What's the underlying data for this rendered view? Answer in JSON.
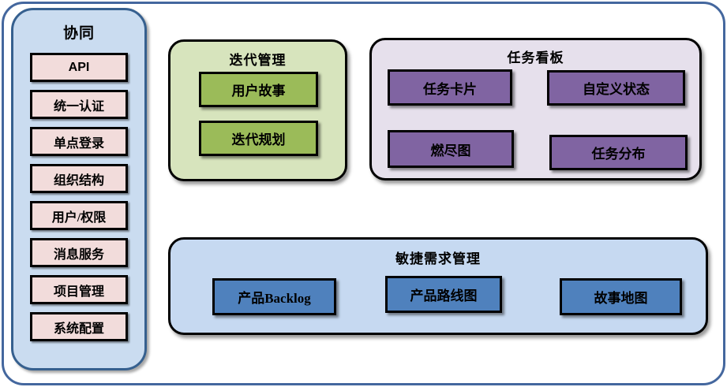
{
  "colors": {
    "outer-border": "#44679e",
    "sidebar-border": "#36608f",
    "sidebar-bg": "#cadcf0",
    "sidebar-item-bg": "#f2dcdb",
    "iteration-panel-bg": "#d7e4bd",
    "iteration-box-bg": "#9bbb59",
    "kanban-panel-bg": "#e6e0ec",
    "kanban-box-bg": "#8064a2",
    "requirements-panel-bg": "#c6d9f1",
    "requirements-box-bg": "#4f81bd",
    "box-border": "#000000",
    "text": "#000000"
  },
  "sidebar": {
    "title": "协同",
    "items": [
      "API",
      "统一认证",
      "单点登录",
      "组织结构",
      "用户/权限",
      "消息服务",
      "项目管理",
      "系统配置"
    ]
  },
  "panels": {
    "iteration": {
      "title": "迭代管理",
      "items": [
        "用户故事",
        "迭代规划"
      ]
    },
    "kanban": {
      "title": "任务看板",
      "items": [
        "任务卡片",
        "自定义状态",
        "燃尽图",
        "任务分布"
      ]
    },
    "requirements": {
      "title": "敏捷需求管理",
      "items": [
        "产品Backlog",
        "产品路线图",
        "故事地图"
      ]
    }
  }
}
